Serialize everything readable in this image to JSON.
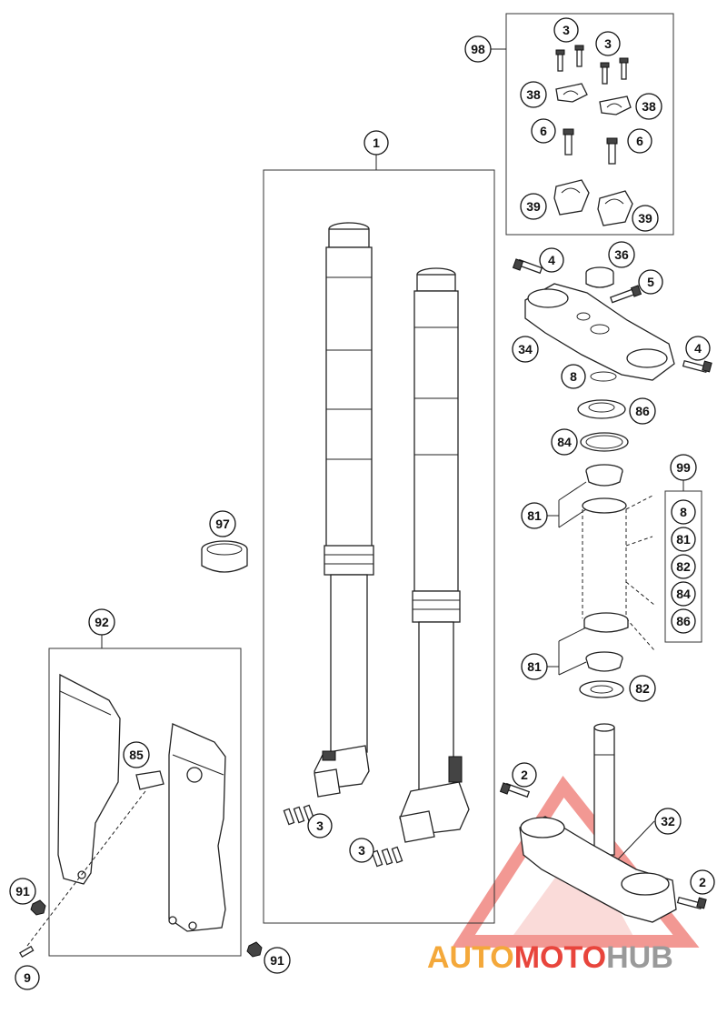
{
  "callouts": {
    "c1": "1",
    "c2a": "2",
    "c2b": "2",
    "c3a": "3",
    "c3b": "3",
    "c3c": "3",
    "c3d": "3",
    "c4a": "4",
    "c4b": "4",
    "c5": "5",
    "c6a": "6",
    "c6b": "6",
    "c8": "8",
    "c9": "9",
    "c32": "32",
    "c34": "34",
    "c36": "36",
    "c38a": "38",
    "c38b": "38",
    "c39a": "39",
    "c39b": "39",
    "c81a": "81",
    "c81b": "81",
    "c82": "82",
    "c84": "84",
    "c85": "85",
    "c86": "86",
    "c91a": "91",
    "c91b": "91",
    "c92": "92",
    "c97": "97",
    "c98": "98",
    "c99": "99"
  },
  "kit99": {
    "items": [
      "8",
      "81",
      "82",
      "84",
      "86"
    ]
  },
  "watermark": {
    "part1": "AUTO",
    "part2": "MOTO",
    "part3": "HUB",
    "color1": "#f4a83a",
    "color2": "#e8453c",
    "color3": "#9a9a9a"
  }
}
